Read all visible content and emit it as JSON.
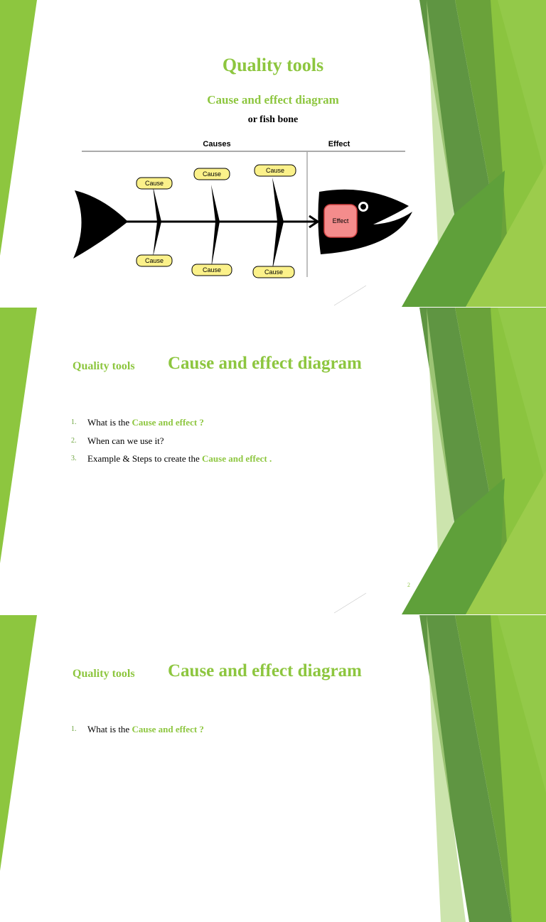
{
  "slides": [
    {
      "title": "Quality tools",
      "subtitle": "Cause and effect diagram",
      "subtitle2": "or fish bone",
      "diagram": {
        "header_causes": "Causes",
        "header_effect": "Effect",
        "cause_label": "Cause",
        "effect_label": "Effect"
      }
    },
    {
      "label_small": "Quality tools",
      "label_big": "Cause and effect diagram",
      "items": [
        {
          "num": "1.",
          "text": "What is the ",
          "highlight": "Cause and effect ?"
        },
        {
          "num": "2.",
          "text": "When can we use it?",
          "highlight": ""
        },
        {
          "num": "3.",
          "text": "Example & Steps to create the ",
          "highlight": "Cause and effect ."
        }
      ],
      "page_number": "2"
    },
    {
      "label_small": "Quality tools",
      "label_big": "Cause and effect diagram",
      "items": [
        {
          "num": "1.",
          "text": "What is the ",
          "highlight": "Cause and effect ?"
        }
      ]
    }
  ],
  "colors": {
    "accent": "#8dc63f",
    "dark_green": "#4e8a2e",
    "cause_box": "#fbf18a",
    "effect_box": "#f48c8c"
  }
}
